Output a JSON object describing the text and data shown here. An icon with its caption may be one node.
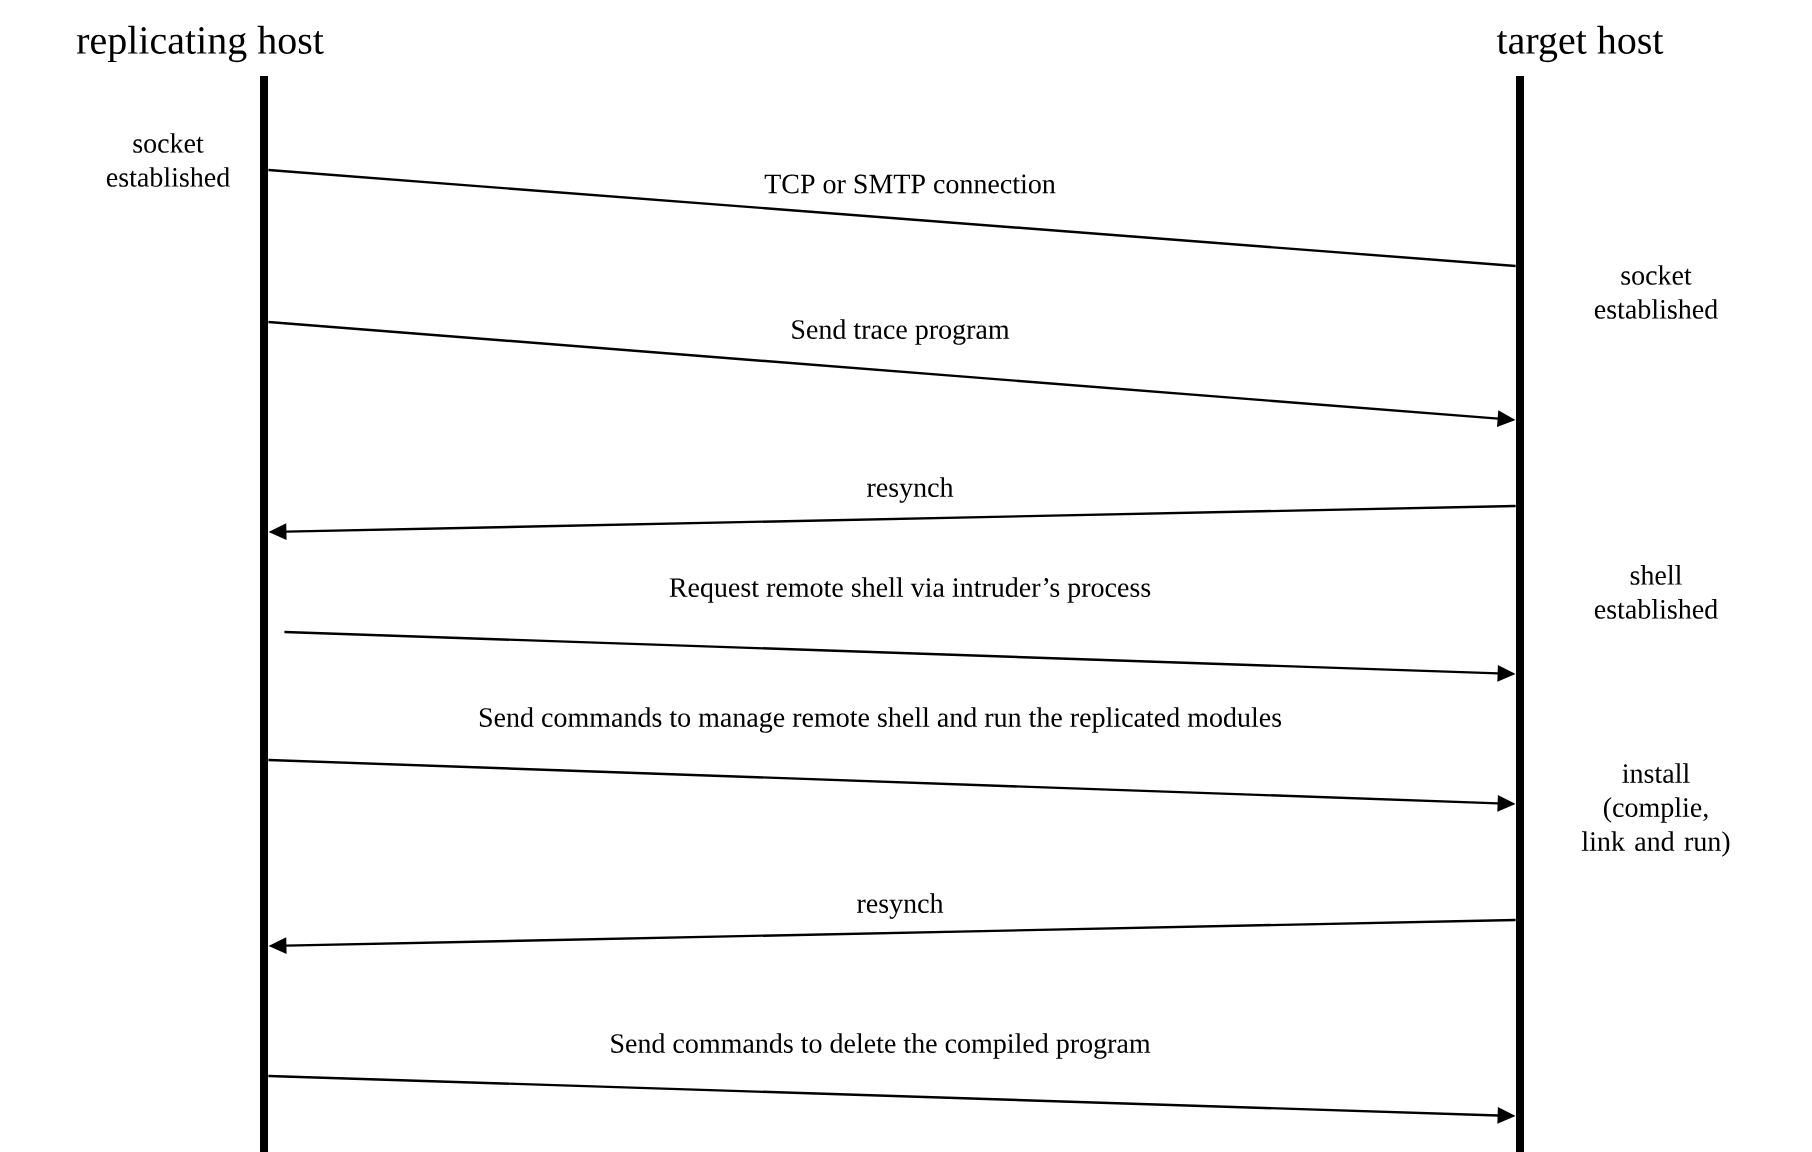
{
  "diagram": {
    "nodes": [
      {
        "text": [
          "replicating host"
        ],
        "beside": [
          "socket established"
        ]
      },
      {
        "text": [
          "target host"
        ],
        "beside": [
          "socket established",
          "shell established",
          "install (complie, link and run)"
        ]
      }
    ],
    "edges": [
      {
        "from": 0,
        "to": 1,
        "arrow": "none",
        "label": "TCP or SMTP connection"
      },
      {
        "from": 0,
        "to": 1,
        "arrow": "to",
        "label": "Send trace program"
      },
      {
        "from": 1,
        "to": 0,
        "arrow": "to",
        "label": "resynch"
      },
      {
        "from": 0,
        "to": 1,
        "arrow": "to",
        "label": "Request remote shell via intruder’s process"
      },
      {
        "from": 0,
        "to": 1,
        "arrow": "to",
        "label": "Send commands to manage remote shell and run the replicated modules"
      },
      {
        "from": 1,
        "to": 0,
        "arrow": "to",
        "label": "resynch"
      },
      {
        "from": 0,
        "to": 1,
        "arrow": "to",
        "label": "Send commands to delete the compiled program"
      }
    ]
  }
}
